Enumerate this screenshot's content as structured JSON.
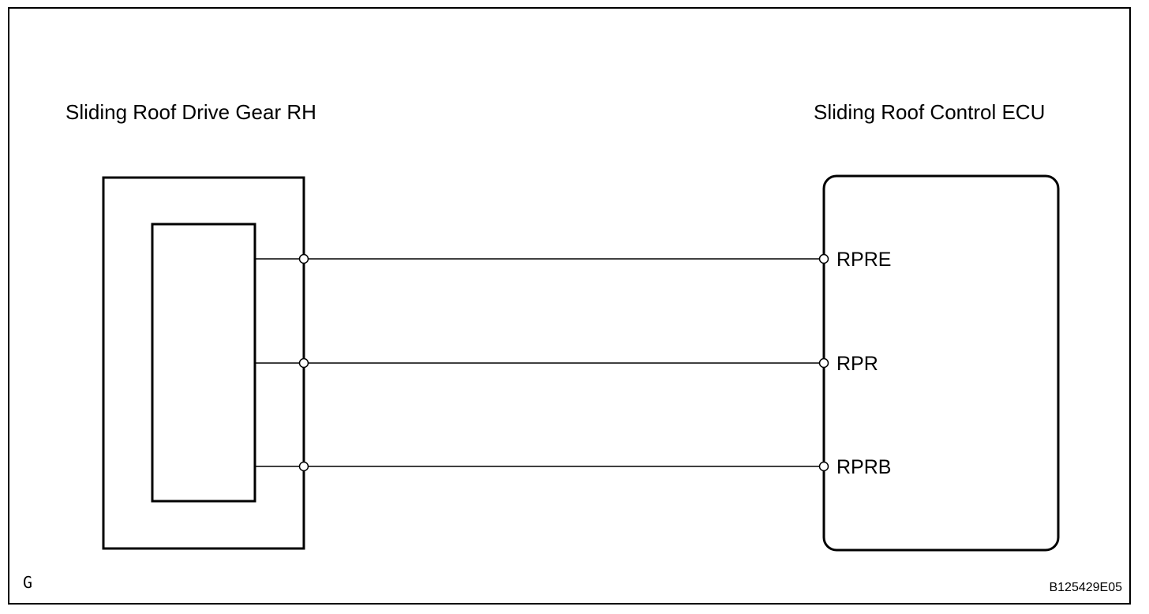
{
  "diagram": {
    "left_component": {
      "title": "Sliding Roof Drive Gear RH"
    },
    "right_component": {
      "title": "Sliding Roof Control ECU"
    },
    "wires": [
      {
        "terminal": "RPRE"
      },
      {
        "terminal": "RPR"
      },
      {
        "terminal": "RPRB"
      }
    ],
    "corner_letter": "G",
    "figure_code": "B125429E05",
    "colors": {
      "line": "#000000",
      "background": "#ffffff"
    }
  }
}
